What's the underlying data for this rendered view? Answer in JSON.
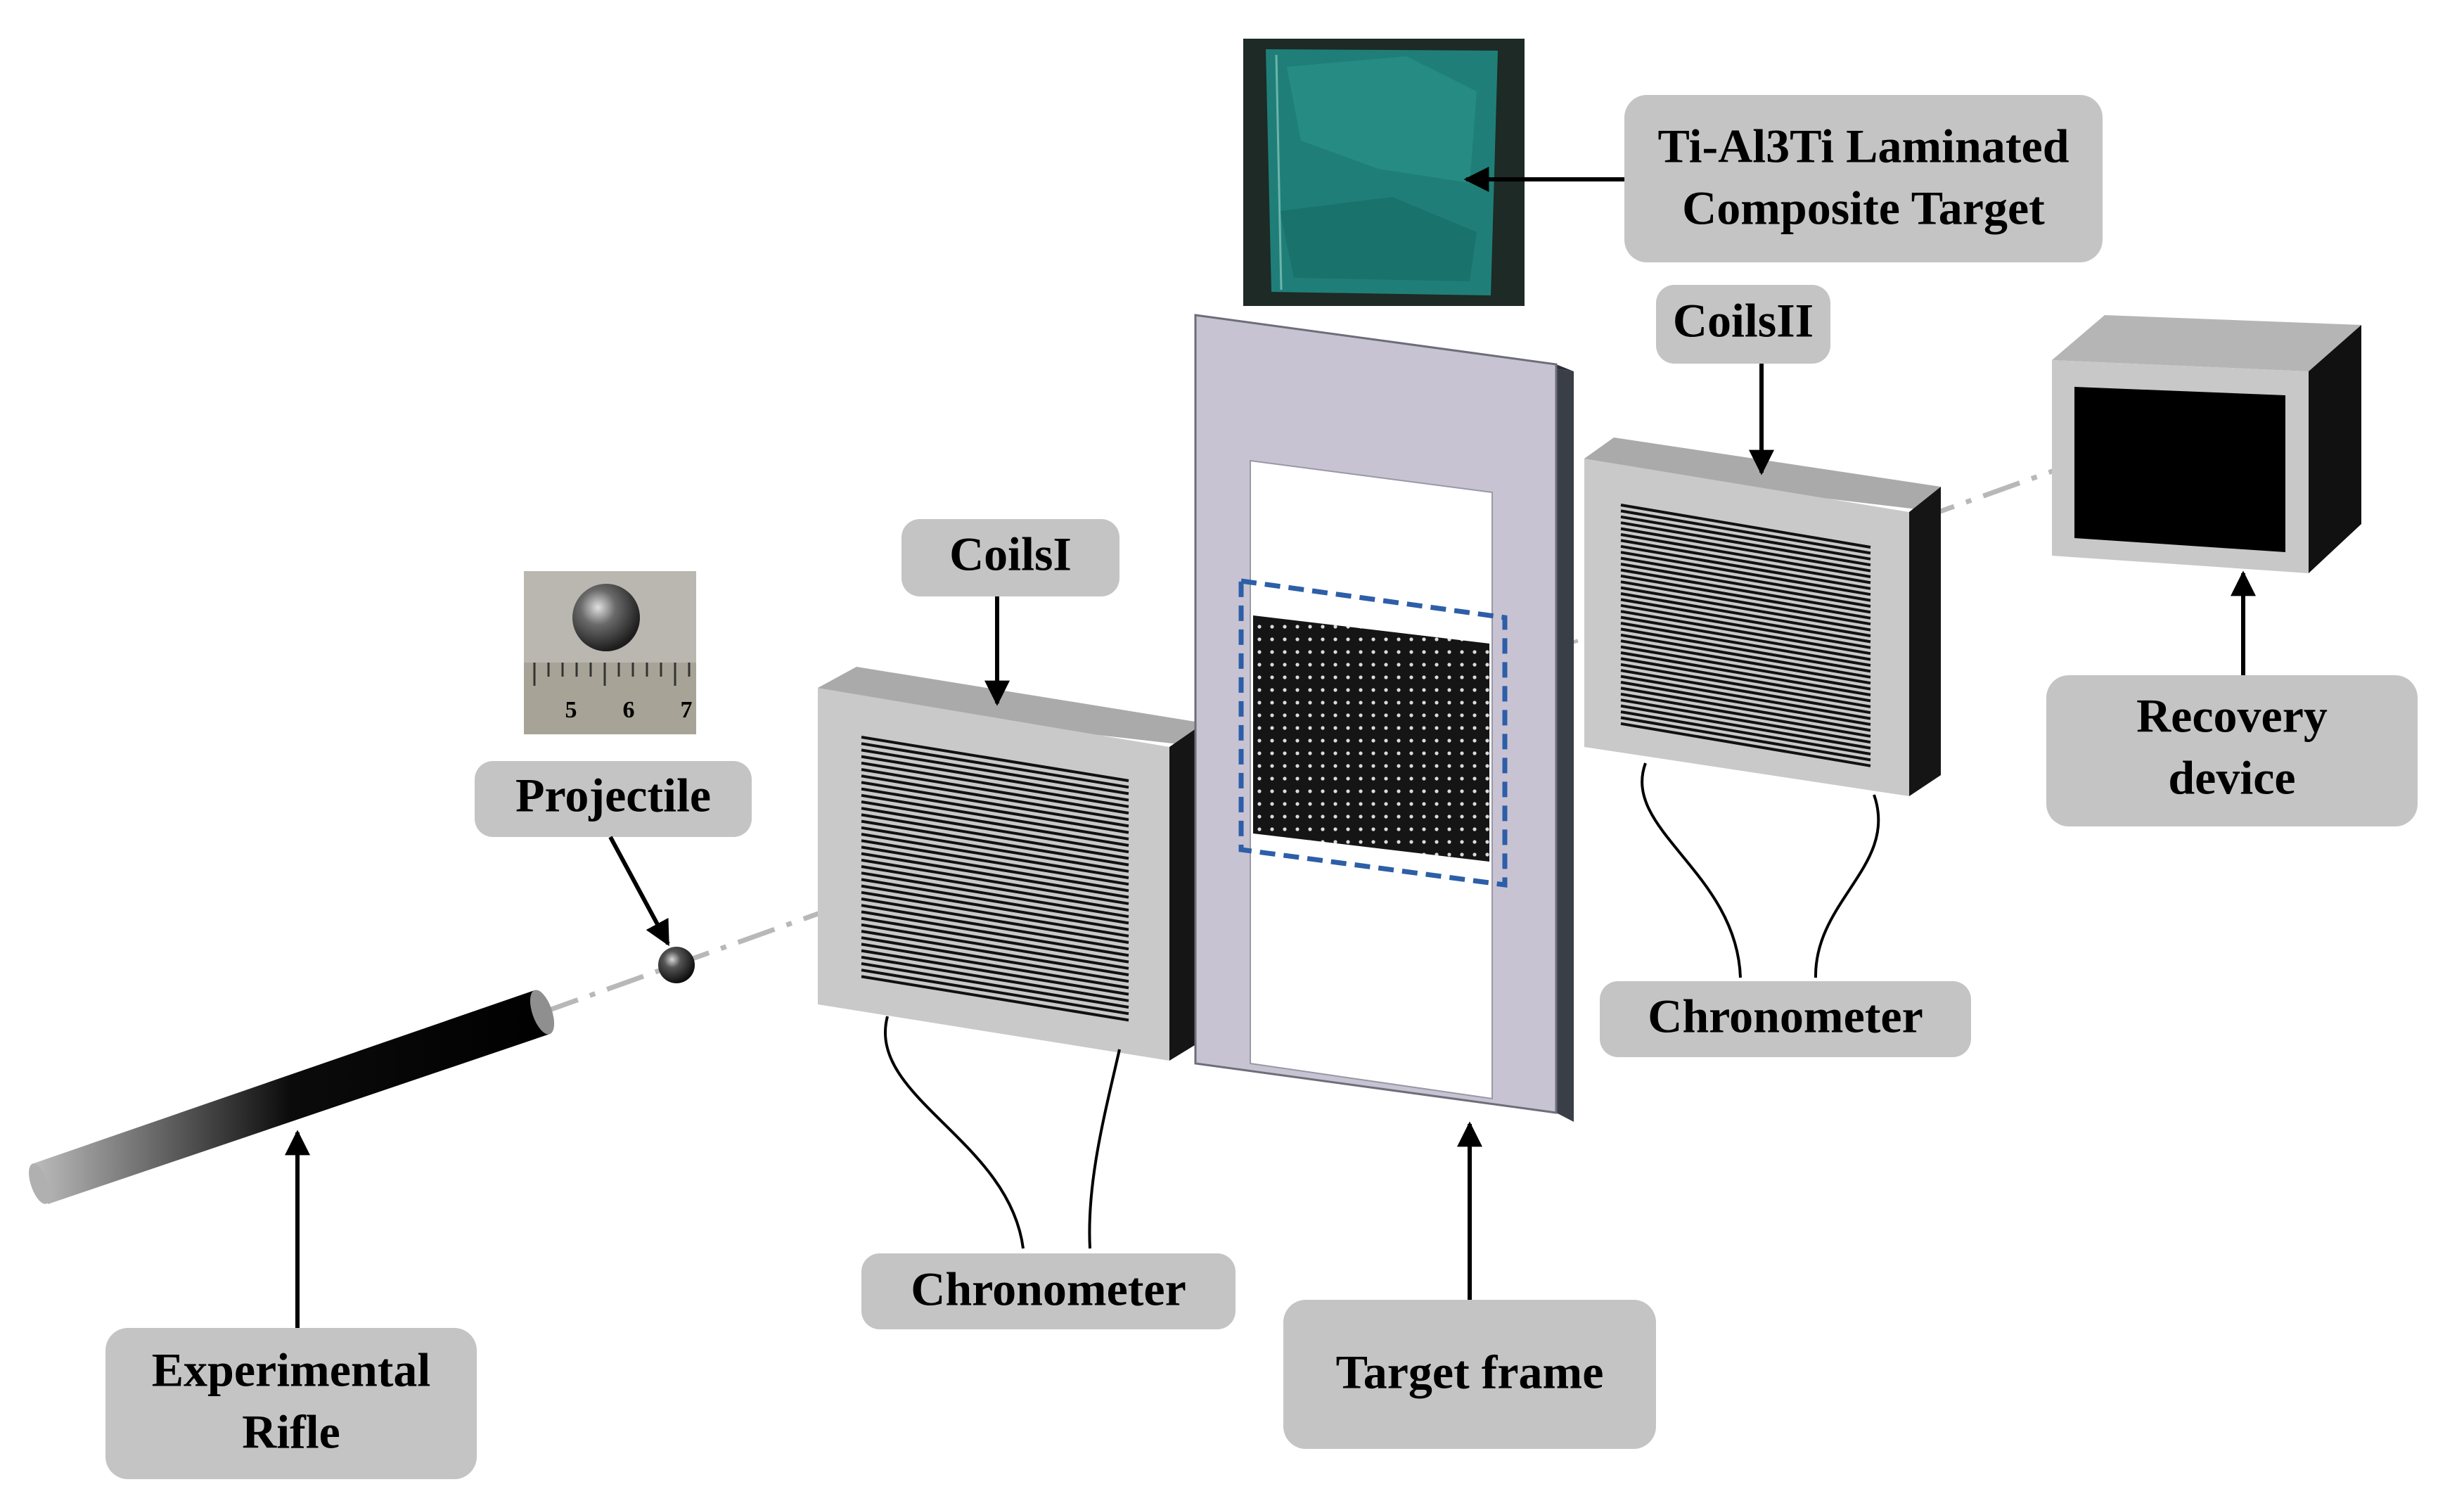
{
  "labels": {
    "laminated_target": [
      "Ti-Al3Ti Laminated",
      "Composite Target"
    ],
    "coils_ii": "CoilsII",
    "coils_i": "CoilsI",
    "projectile": "Projectile",
    "recovery_device": [
      "Recovery",
      "device"
    ],
    "chronometer_right": "Chronometer",
    "chronometer_left": "Chronometer",
    "target_frame": "Target frame",
    "experimental_rifle": [
      "Experimental",
      "Rifle"
    ]
  },
  "ruler_ticks": [
    "5",
    "6",
    "7"
  ],
  "colors": {
    "label_box": "#c4c4c4",
    "coil_face": "#c9c9c9",
    "coil_top": "#a9a9a9",
    "coil_side": "#151515",
    "frame_face": "#c7c3d2",
    "frame_side": "#3a3e46",
    "dashed_box": "#2d5ea8",
    "target_photo": "#1f7f78"
  }
}
